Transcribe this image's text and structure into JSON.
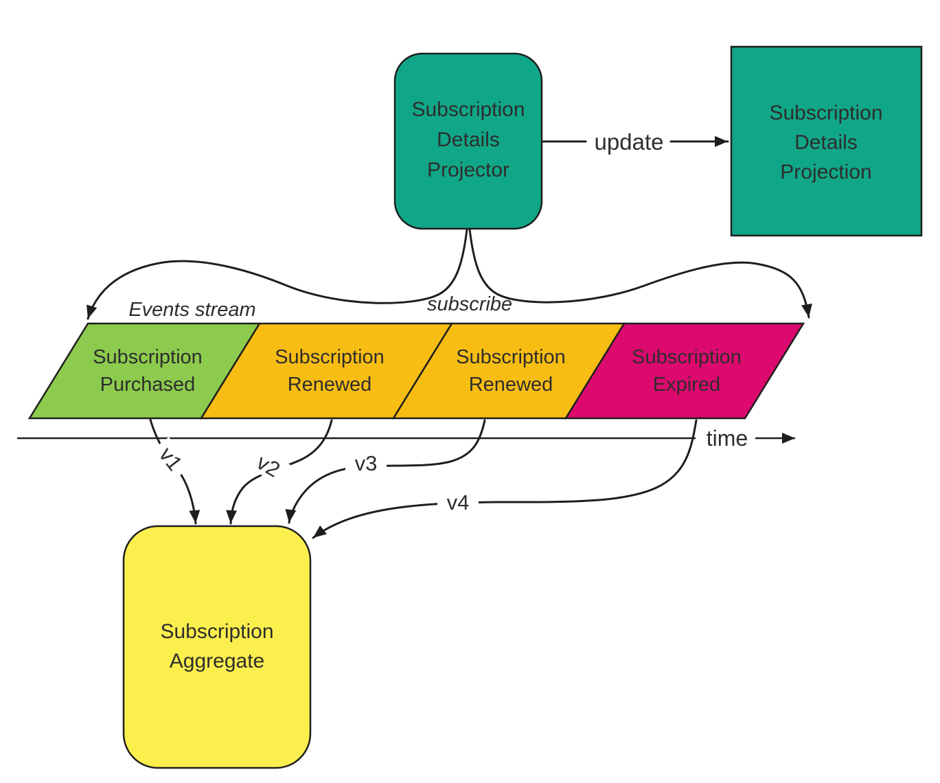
{
  "diagram": {
    "colors": {
      "teal": "#10a788",
      "green": "#8ccb4d",
      "amber": "#f7bd13",
      "magenta": "#dc0a6e",
      "yellow": "#fbef4e",
      "line": "#1f1e1d",
      "text": "#2e2d2c"
    },
    "projector": {
      "lines": [
        "Subscription",
        "Details",
        "Projector"
      ]
    },
    "projection": {
      "lines": [
        "Subscription",
        "Details",
        "Projection"
      ]
    },
    "aggregate": {
      "lines": [
        "Subscription",
        "Aggregate"
      ]
    },
    "labels": {
      "update": "update",
      "subscribe": "subscribe",
      "events_stream": "Events stream",
      "time": "time"
    },
    "events": [
      {
        "lines": [
          "Subscription",
          "Purchased"
        ],
        "color": "#8ccb4d",
        "version": "v1"
      },
      {
        "lines": [
          "Subscription",
          "Renewed"
        ],
        "color": "#f7bd13",
        "version": "v2"
      },
      {
        "lines": [
          "Subscription",
          "Renewed"
        ],
        "color": "#f7bd13",
        "version": "v3"
      },
      {
        "lines": [
          "Subscription",
          "Expired"
        ],
        "color": "#dc0a6e",
        "version": "v4"
      }
    ]
  }
}
